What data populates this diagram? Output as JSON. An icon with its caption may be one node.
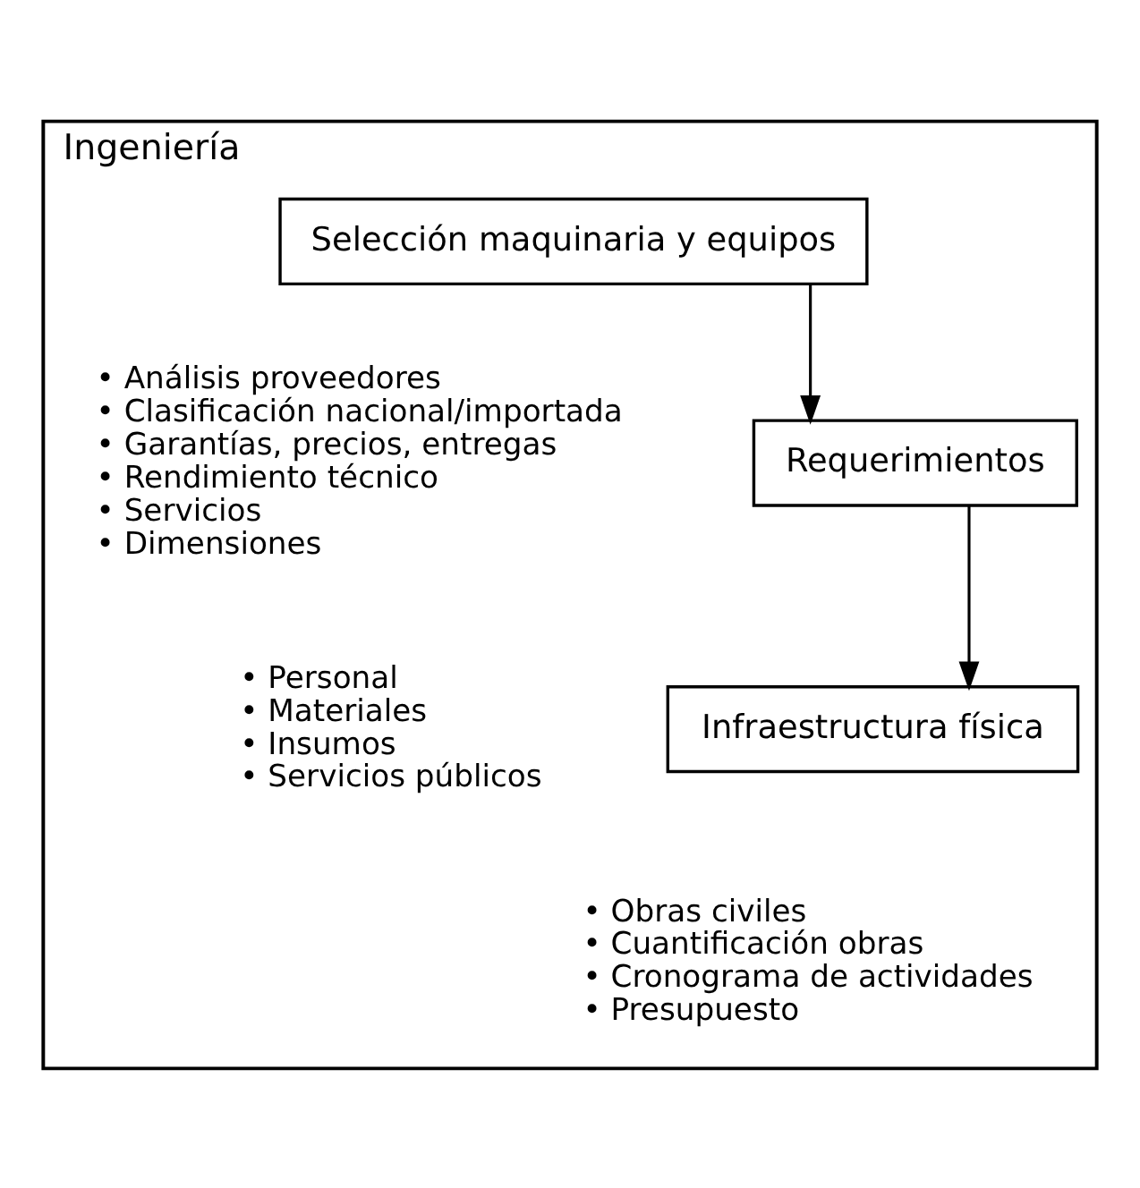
{
  "diagram": {
    "nodes": [
      {
        "text": [
          "Ingeniería"
        ]
      },
      {
        "text": [
          "Selección maquinaria y equipos"
        ],
        "in": 0,
        "beside": [
          "• Análisis proveedores",
          "• Clasificación nacional/importada",
          "• Garantías, precios, entregas",
          "• Rendimiento técnico",
          "• Servicios",
          "• Dimensiones"
        ]
      },
      {
        "text": [
          "Requerimientos"
        ],
        "in": 0,
        "beside": [
          "• Personal",
          "• Materiales",
          "• Insumos",
          "• Servicios públicos"
        ]
      },
      {
        "text": [
          "Infraestructura física"
        ],
        "in": 0,
        "beside": [
          "• Obras civiles",
          "• Cuantificación obras",
          "• Cronograma de actividades",
          "• Presupuesto"
        ]
      }
    ],
    "edges": [
      {
        "from": 1,
        "to": 2,
        "arrow": "to"
      },
      {
        "from": 2,
        "to": 3,
        "arrow": "to"
      }
    ]
  }
}
